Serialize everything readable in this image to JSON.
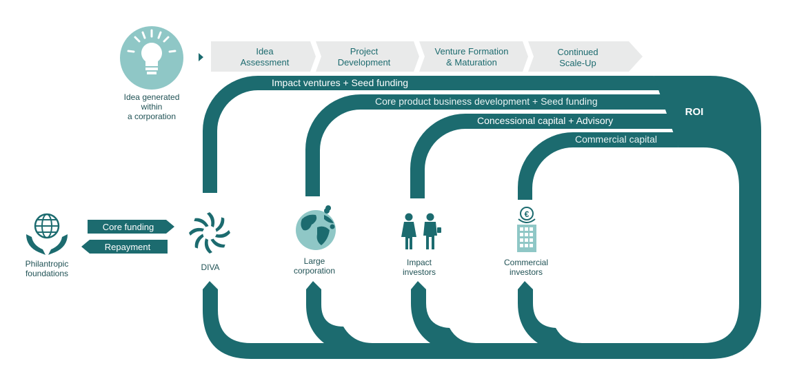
{
  "colors": {
    "teal": "#1c6b6f",
    "teal_light": "#8fc7c6",
    "chevron_bg": "#e9eaea",
    "text_dark": "#1f5154"
  },
  "idea": {
    "icon": "lightbulb-icon",
    "label_lines": [
      "Idea generated",
      "within",
      "a corporation"
    ]
  },
  "stages": [
    {
      "lines": [
        "Idea",
        "Assessment"
      ]
    },
    {
      "lines": [
        "Project",
        "Development"
      ]
    },
    {
      "lines": [
        "Venture Formation",
        "& Maturation"
      ]
    },
    {
      "lines": [
        "Continued",
        "Scale-Up"
      ]
    }
  ],
  "bands": [
    {
      "label": "Impact ventures +  Seed funding"
    },
    {
      "label": "Core product business development +  Seed funding"
    },
    {
      "label": "Concessional capital +  Advisory"
    },
    {
      "label": "Commercial capital"
    }
  ],
  "roi": {
    "label": "ROI"
  },
  "philanthropic": {
    "icon": "hands-globe-icon",
    "label_lines": [
      "Philantropic",
      "foundations"
    ]
  },
  "flows": {
    "core_funding": "Core funding",
    "repayment": "Repayment"
  },
  "nodes": [
    {
      "icon": "diva-logo-icon",
      "label_lines": [
        "DIVA"
      ]
    },
    {
      "icon": "globe-pins-icon",
      "label_lines": [
        "Large",
        "corporation"
      ]
    },
    {
      "icon": "people-icon",
      "label_lines": [
        "Impact",
        "investors"
      ]
    },
    {
      "icon": "euro-building-icon",
      "label_lines": [
        "Commercial",
        "investors"
      ]
    }
  ]
}
